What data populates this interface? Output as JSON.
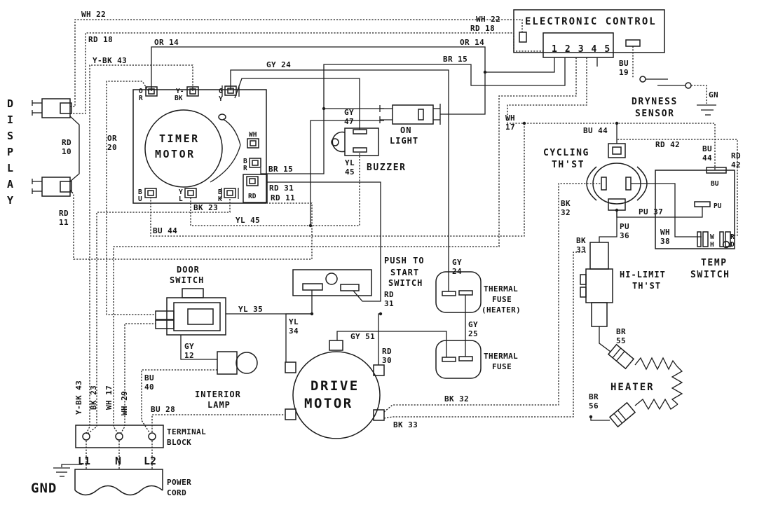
{
  "colors": {
    "ink": "#1c1c1c",
    "paper": "#ffffff"
  },
  "components": {
    "display": [
      "D",
      "I",
      "S",
      "P",
      "L",
      "A",
      "Y"
    ],
    "electronic_control": "ELECTRONIC CONTROL",
    "ec_terminals": "1 2 3 4 5",
    "dryness_sensor_1": "DRYNESS",
    "dryness_sensor_2": "SENSOR",
    "timer_motor_1": "TIMER",
    "timer_motor_2": "MOTOR",
    "buzzer": "BUZZER",
    "on_light_1": "ON",
    "on_light_2": "LIGHT",
    "cycling_thst_1": "CYCLING",
    "cycling_thst_2": "TH'ST",
    "temp_switch_1": "TEMP",
    "temp_switch_2": "SWITCH",
    "hi_limit_1": "HI-LIMIT",
    "hi_limit_2": "TH'ST",
    "heater": "HEATER",
    "door_switch_1": "DOOR",
    "door_switch_2": "SWITCH",
    "interior_lamp_1": "INTERIOR",
    "interior_lamp_2": "LAMP",
    "push_start_1": "PUSH TO",
    "push_start_2": "START",
    "push_start_3": "SWITCH",
    "thermal_fuse_heater_1": "THERMAL",
    "thermal_fuse_heater_2": "FUSE",
    "thermal_fuse_heater_3": "(HEATER)",
    "thermal_fuse_1": "THERMAL",
    "thermal_fuse_2": "FUSE",
    "drive_motor_1": "DRIVE",
    "drive_motor_2": "MOTOR",
    "terminal_block_1": "TERMINAL",
    "terminal_block_2": "BLOCK",
    "power_cord_1": "POWER",
    "power_cord_2": "CORD"
  },
  "power": {
    "l1": "L1",
    "n": "N",
    "l2": "L2",
    "gnd": "GND"
  },
  "wires": {
    "wh22": "WH 22",
    "rd18": "RD 18",
    "or14": "OR 14",
    "ybk43": "Y-BK 43",
    "gy24": "GY 24",
    "gy24_s": [
      "GY",
      "24"
    ],
    "br15": "BR 15",
    "wh17": "WH 17",
    "wh17_s": [
      "WH",
      "17"
    ],
    "bu19": [
      "BU",
      "19"
    ],
    "gn": "GN",
    "bu44": "BU 44",
    "bu44_s": [
      "BU",
      "44"
    ],
    "rd42": "RD 42",
    "rd42_s": [
      "RD",
      "42"
    ],
    "or20": [
      "OR",
      "20"
    ],
    "rd10": [
      "RD",
      "10"
    ],
    "rd11": "RD 11",
    "rd11_s": [
      "RD",
      "11"
    ],
    "gy47": [
      "GY",
      "47"
    ],
    "yl45": "YL 45",
    "yl45_s": [
      "YL",
      "45"
    ],
    "rd31": "RD 31",
    "rd31_s": [
      "RD",
      "31"
    ],
    "bk23": "BK 23",
    "bk32": "BK 32",
    "bk32_s": [
      "BK",
      "32"
    ],
    "bk33": "BK 33",
    "bk33_s": [
      "BK",
      "33"
    ],
    "pu37": "PU 37",
    "pu36": [
      "PU",
      "36"
    ],
    "wh38": [
      "WH",
      "38"
    ],
    "yl35": "YL 35",
    "gy12": [
      "GY",
      "12"
    ],
    "bu40": [
      "BU",
      "40"
    ],
    "wh29": "WH 29",
    "bu28": "BU 28",
    "yl34": [
      "YL",
      "34"
    ],
    "gy51": "GY 51",
    "rd30": [
      "RD",
      "30"
    ],
    "gy25": [
      "GY",
      "25"
    ],
    "br55": [
      "BR",
      "55"
    ],
    "br56": [
      "BR",
      "56"
    ]
  },
  "terminals": {
    "timer": {
      "or": [
        "O",
        "R"
      ],
      "ybk": [
        "Y-",
        "BK"
      ],
      "gy": [
        "G",
        "Y"
      ],
      "wh": "WH",
      "br": [
        "B",
        "R"
      ],
      "rd": "RD",
      "bu": [
        "B",
        "U"
      ],
      "yl": [
        "Y",
        "L"
      ],
      "bk": [
        "B",
        "K"
      ]
    },
    "temp": {
      "bu": "BU",
      "pu": "PU",
      "wh": [
        "W",
        "H"
      ],
      "rd": [
        "R",
        "D"
      ]
    }
  }
}
